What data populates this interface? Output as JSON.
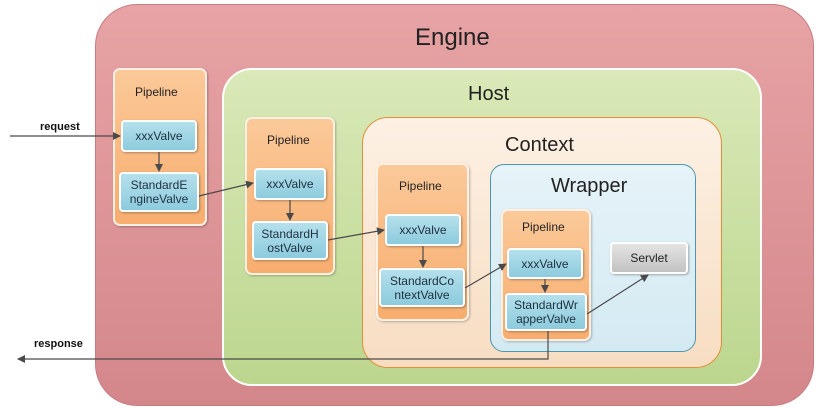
{
  "containers": {
    "engine": "Engine",
    "host": "Host",
    "context": "Context",
    "wrapper": "Wrapper"
  },
  "pipeline_label": "Pipeline",
  "valves": {
    "engine_first": "xxxValve",
    "engine_basic": "StandardEngineValve",
    "host_first": "xxxValve",
    "host_basic": "StandardHostValve",
    "context_first": "xxxValve",
    "context_basic": "StandardContextValve",
    "wrapper_first": "xxxValve",
    "wrapper_basic": "StandardWrapperValve"
  },
  "servlet": "Servlet",
  "edges": {
    "request": "request",
    "response": "response"
  },
  "colors": {
    "engine": "#d98e91",
    "host": "#c8dfa0",
    "context": "#fae6d2",
    "wrapper": "#dcedf5",
    "pipeline": "#f9bb82",
    "valve": "#9fd5e5",
    "servlet": "#d0d0d0",
    "arrow": "#4a4a4a"
  }
}
